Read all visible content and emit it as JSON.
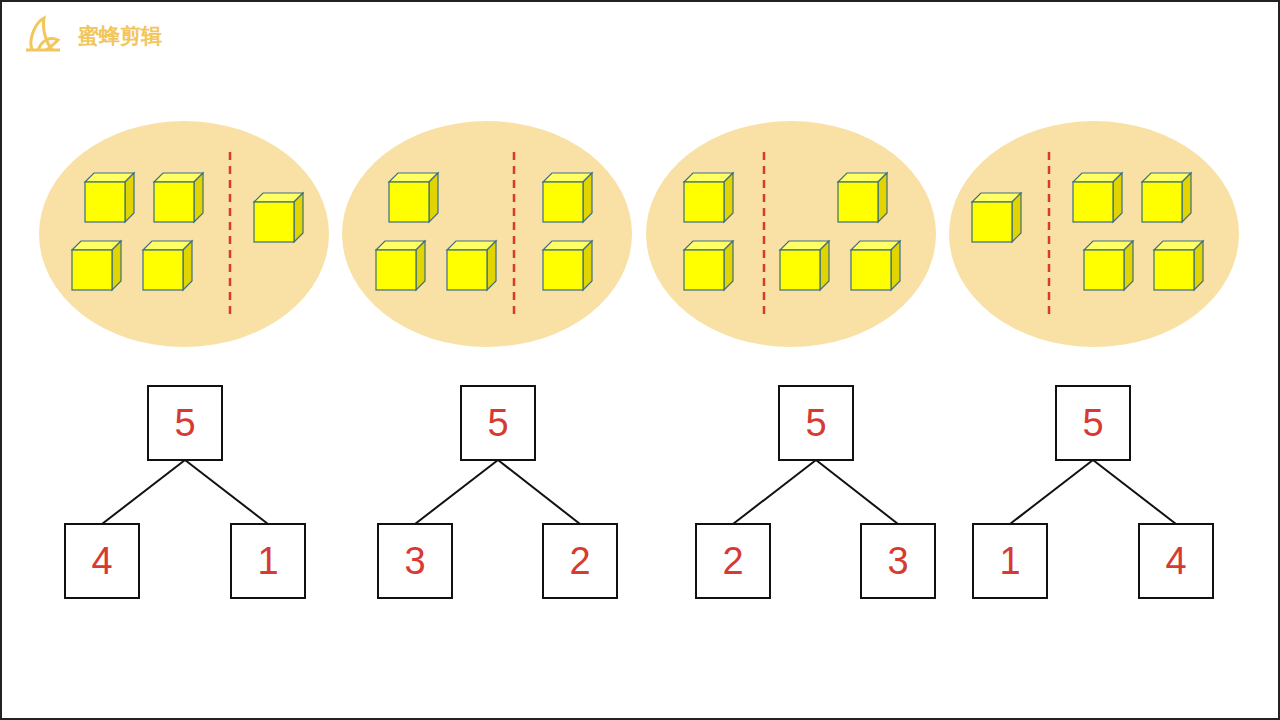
{
  "diagram": {
    "nodes": [
      {
        "text": [
          "5"
        ]
      },
      {
        "text": [
          "4"
        ]
      },
      {
        "text": [
          "1"
        ]
      },
      {
        "text": [
          "5"
        ]
      },
      {
        "text": [
          "3"
        ]
      },
      {
        "text": [
          "2"
        ]
      },
      {
        "text": [
          "5"
        ]
      },
      {
        "text": [
          "2"
        ]
      },
      {
        "text": [
          "3"
        ]
      },
      {
        "text": [
          "5"
        ]
      },
      {
        "text": [
          "1"
        ]
      },
      {
        "text": [
          "4"
        ]
      }
    ],
    "edges": [
      {
        "from": 0,
        "to": 1,
        "arrow": "none"
      },
      {
        "from": 0,
        "to": 2,
        "arrow": "none"
      },
      {
        "from": 3,
        "to": 4,
        "arrow": "none"
      },
      {
        "from": 3,
        "to": 5,
        "arrow": "none"
      },
      {
        "from": 6,
        "to": 7,
        "arrow": "none"
      },
      {
        "from": 6,
        "to": 8,
        "arrow": "none"
      },
      {
        "from": 9,
        "to": 10,
        "arrow": "none"
      },
      {
        "from": 9,
        "to": 11,
        "arrow": "none"
      }
    ],
    "labels": [
      "蜜蜂剪辑"
    ]
  }
}
